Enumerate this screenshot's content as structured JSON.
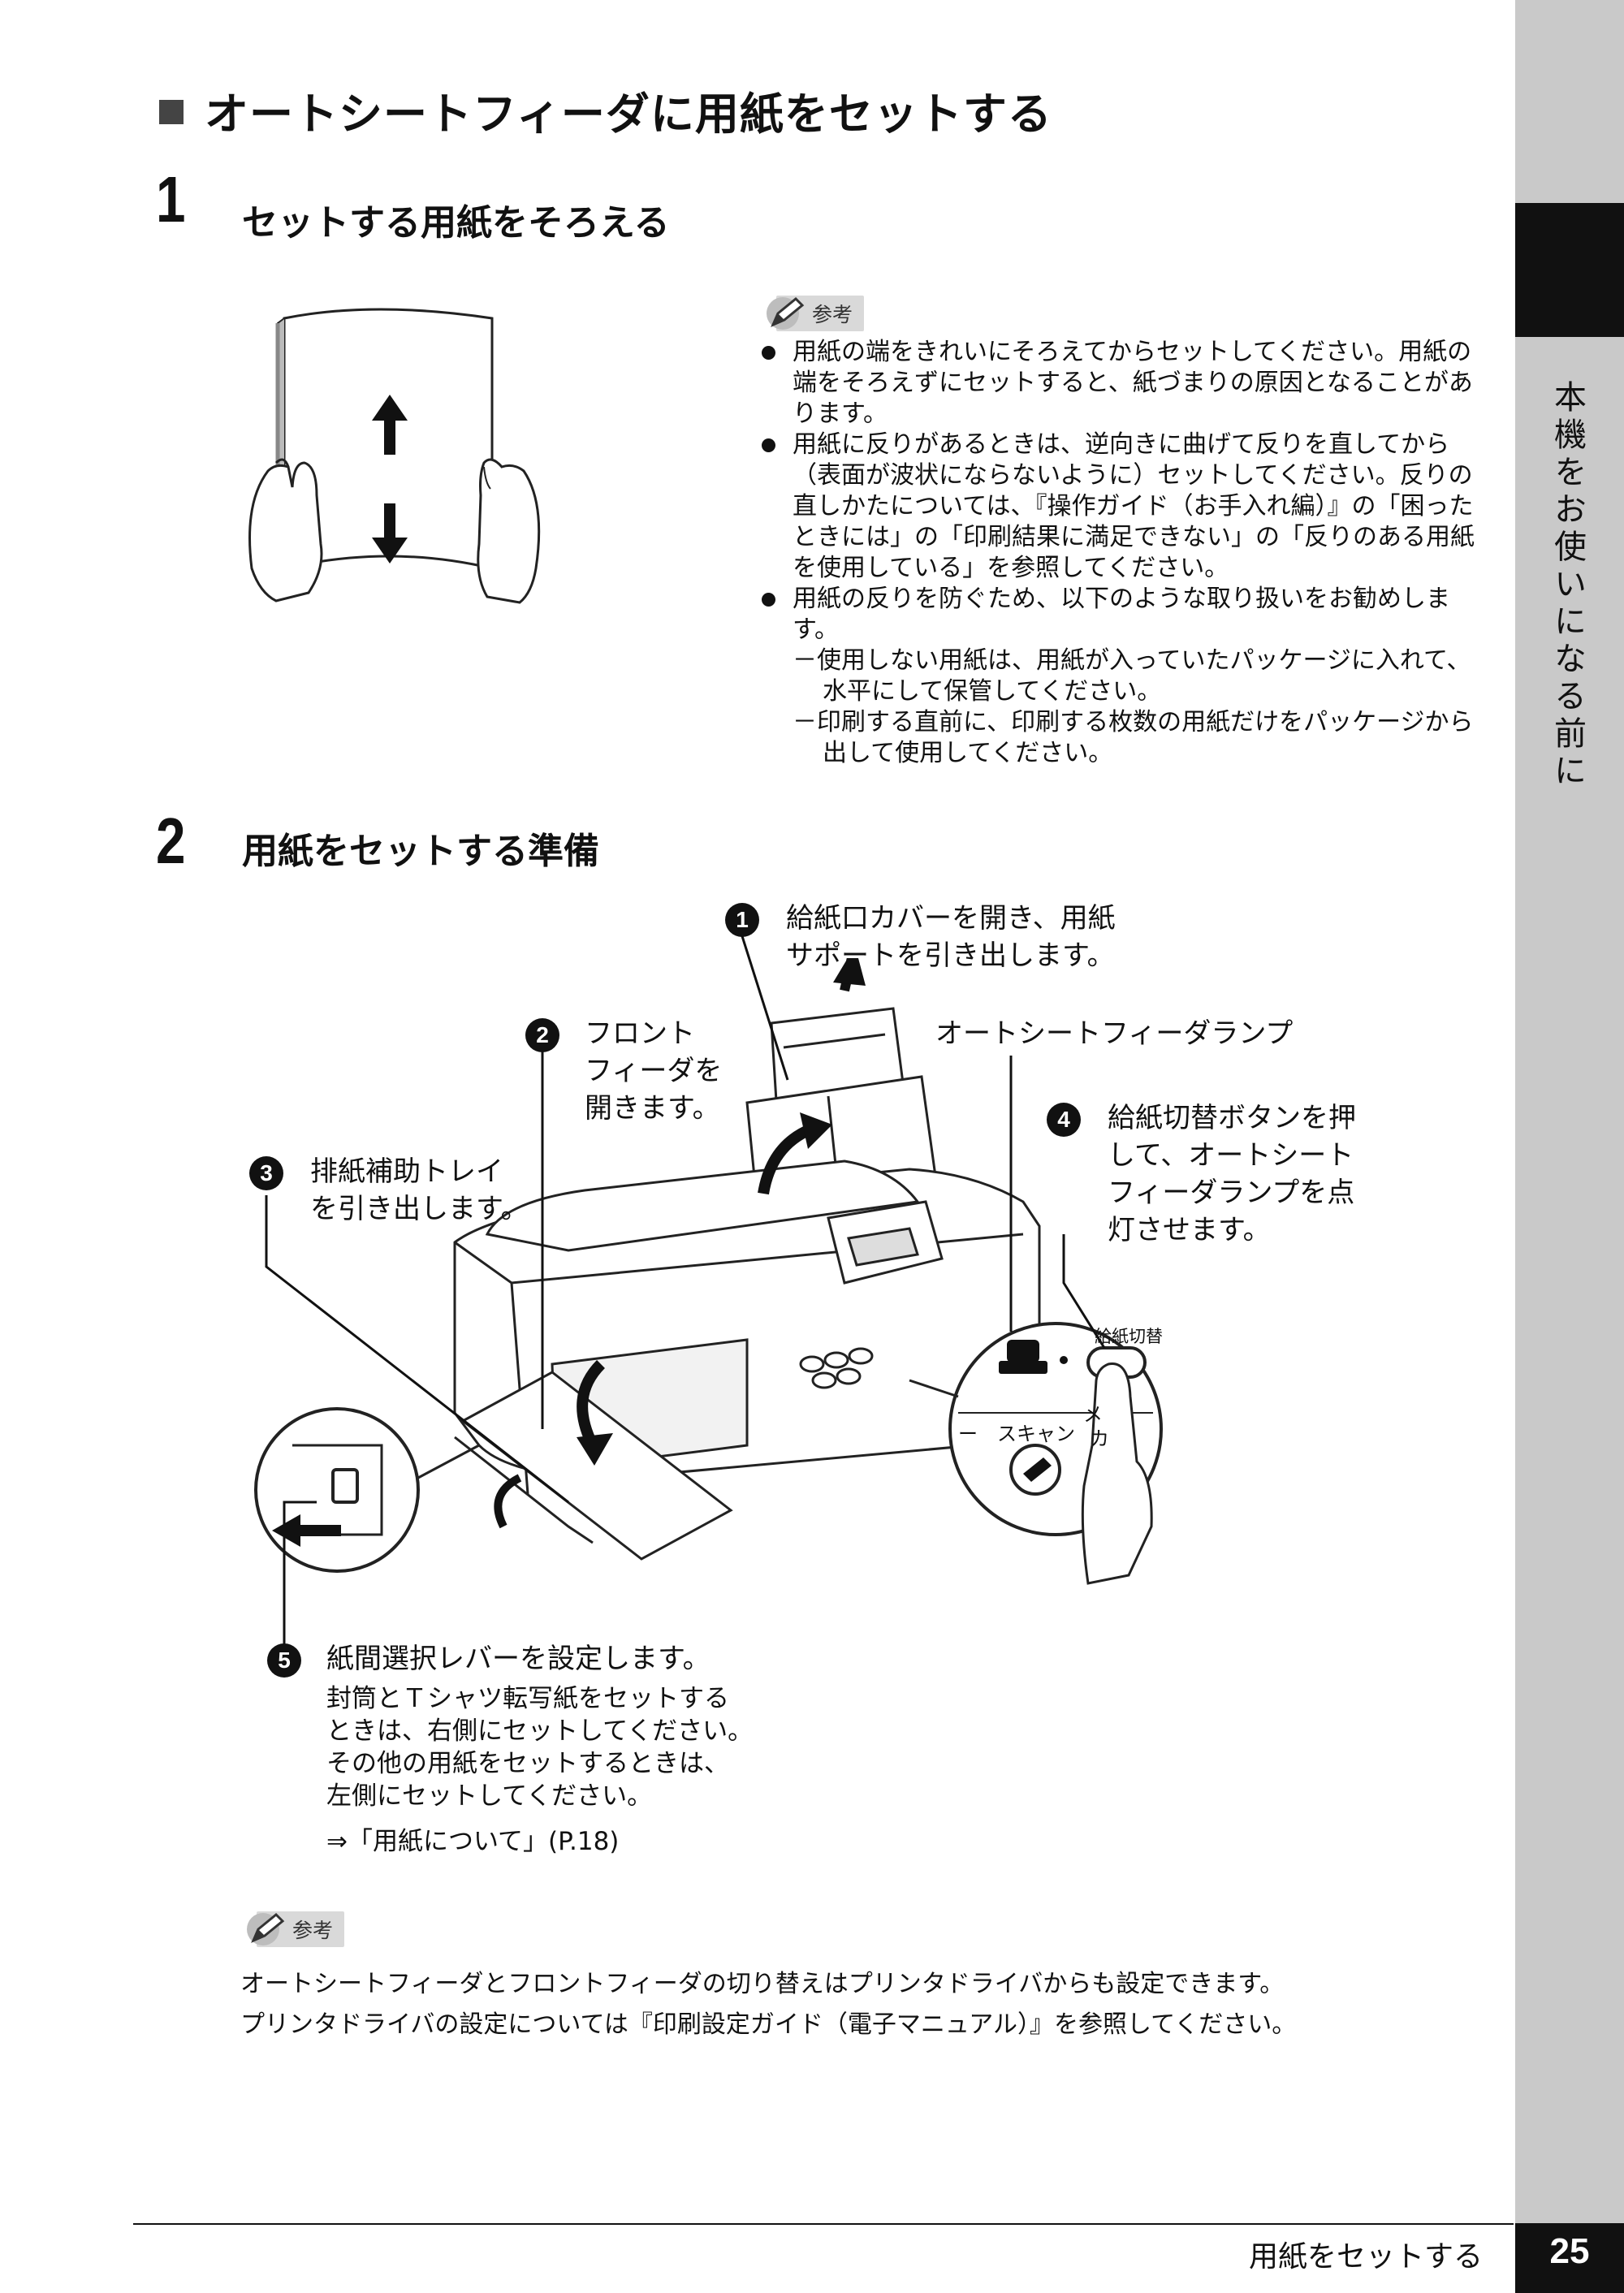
{
  "side_tab": {
    "label": "本機をお使いになる前に"
  },
  "section_title": "オートシートフィーダに用紙をセットする",
  "step1": {
    "number": "1",
    "title": "セットする用紙をそろえる",
    "note_label": "参考",
    "notes": [
      "用紙の端をきれいにそろえてからセットしてください。用紙の端をそろえずにセットすると、紙づまりの原因となることがあります。",
      "用紙に反りがあるときは、逆向きに曲げて反りを直してから（表面が波状にならないように）セットしてください。反りの直しかたについては、『操作ガイド（お手入れ編）』の「困ったときには」の「印刷結果に満足できない」の「反りのある用紙を使用している」を参照してください。",
      "用紙の反りを防ぐため、以下のような取り扱いをお勧めします。"
    ],
    "subnotes": [
      "－使用しない用紙は、用紙が入っていたパッケージに入れて、水平にして保管してください。",
      "－印刷する直前に、印刷する枚数の用紙だけをパッケージから出して使用してください。"
    ]
  },
  "step2": {
    "number": "2",
    "title": "用紙をセットする準備",
    "callouts": {
      "c1": {
        "num": "1",
        "lines": [
          "給紙口カバーを開き、用紙",
          "サポートを引き出します。"
        ]
      },
      "c2": {
        "num": "2",
        "lines": [
          "フロント",
          "フィーダを",
          "開きます。"
        ]
      },
      "c3": {
        "num": "3",
        "lines": [
          "排紙補助トレイ",
          "を引き出します。"
        ]
      },
      "c4": {
        "num": "4",
        "lines": [
          "給紙切替ボタンを押",
          "して、オートシート",
          "フィーダランプを点",
          "灯させます。"
        ]
      },
      "lamp_label": "オートシートフィーダランプ",
      "c5": {
        "num": "5",
        "title": "紙間選択レバーを設定します。",
        "lines": [
          "封筒とＴシャツ転写紙をセットする",
          "ときは、右側にセットしてください。",
          "その他の用紙をセットするときは、",
          "左側にセットしてください。"
        ],
        "ref": "⇒「用紙について」(P.18)"
      }
    },
    "panel_labels": {
      "button": "給紙切替",
      "scan": "スキャン",
      "dash": "ー",
      "me": "メ",
      "ka": "カ"
    }
  },
  "bottom_note": {
    "label": "参考",
    "lines": [
      "オートシートフィーダとフロントフィーダの切り替えはプリンタドライバからも設定できます。",
      "プリンタドライバの設定については『印刷設定ガイド（電子マニュアル）』を参照してください。"
    ]
  },
  "footer": {
    "title": "用紙をセットする",
    "page": "25"
  }
}
